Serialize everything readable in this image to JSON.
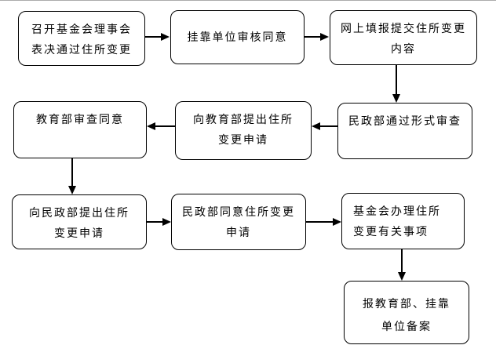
{
  "flowchart": {
    "description": "Foundation residence (registered address) change approval process flowchart",
    "colors": {
      "box_border": "#000000",
      "background": "#ffffff",
      "top_rule": "#ababab",
      "text": "#000000"
    },
    "nodes": {
      "convene_board": {
        "line1": "召开基金会理事会",
        "line2": "表决通过住所变更"
      },
      "affiliate_review": {
        "line1": "挂靠单位审核同意",
        "line2": ""
      },
      "online_submit": {
        "line1": "网上填报提交住所变更",
        "line2": "内容"
      },
      "moe_approve": {
        "line1": "教育部审查同意",
        "line2": ""
      },
      "apply_moe": {
        "line1": "向教育部提出住所",
        "line2": "变更申请"
      },
      "mca_formal_review": {
        "line1": "民政部通过形式审查",
        "line2": ""
      },
      "apply_mca": {
        "line1": "向民政部提出住所",
        "line2": "变更申请"
      },
      "mca_approve": {
        "line1": "民政部同意住所变更",
        "line2": "申请"
      },
      "foundation_handle": {
        "line1": "基金会办理住所",
        "line2": "变更有关事项"
      },
      "file_record": {
        "line1": "报教育部、挂靠",
        "line2": "单位备案"
      }
    },
    "edges": [
      {
        "from": "convene_board",
        "to": "affiliate_review"
      },
      {
        "from": "affiliate_review",
        "to": "online_submit"
      },
      {
        "from": "online_submit",
        "to": "mca_formal_review"
      },
      {
        "from": "mca_formal_review",
        "to": "apply_moe"
      },
      {
        "from": "apply_moe",
        "to": "moe_approve"
      },
      {
        "from": "moe_approve",
        "to": "apply_mca"
      },
      {
        "from": "apply_mca",
        "to": "mca_approve"
      },
      {
        "from": "mca_approve",
        "to": "foundation_handle"
      },
      {
        "from": "foundation_handle",
        "to": "file_record"
      }
    ]
  }
}
